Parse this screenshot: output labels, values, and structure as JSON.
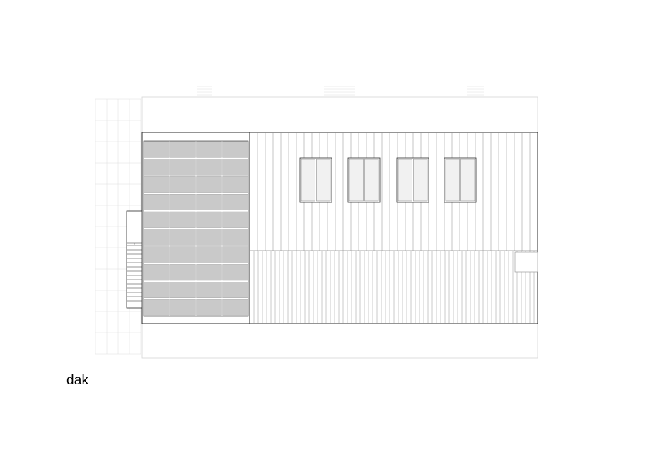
{
  "drawing": {
    "caption": "dak",
    "elements": {
      "solar_panels": {
        "rows": 10,
        "columns": 4
      },
      "skylights": {
        "count": 4,
        "panes_each": 2
      },
      "stair_treads": 14
    },
    "colors": {
      "line": "#2a2a2a",
      "thin_line": "#8a8a8a",
      "faint_line": "#d6d6d6",
      "panel_fill": "#c9c9c9",
      "glass_fill": "#f1f1f1",
      "paper": "#ffffff"
    }
  }
}
